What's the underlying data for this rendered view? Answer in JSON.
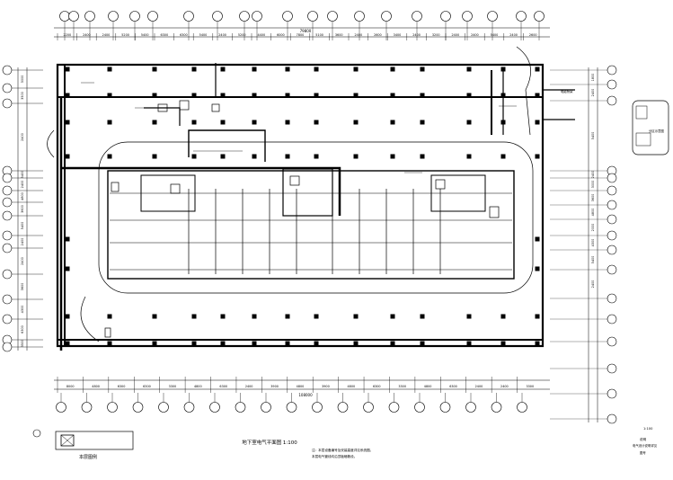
{
  "drawing": {
    "main_title": "地下室电气平面图 1:100",
    "legend_title": "本层图例",
    "dim_total_top": "79800",
    "dim_total_bottom": "108000",
    "top_dims": [
      "2200",
      "2400",
      "2400",
      "5200",
      "5400",
      "6300",
      "6300",
      "5400",
      "2400",
      "5200",
      "4400",
      "6000",
      "7800",
      "5100",
      "3600",
      "2400",
      "2600",
      "3400",
      "2400",
      "3200",
      "2400",
      "2400",
      "5400",
      "2400",
      "2600"
    ],
    "bottom_dims": [
      "8000",
      "4800",
      "6300",
      "6300",
      "3300",
      "4800",
      "6300",
      "2400",
      "3900",
      "4800",
      "3900",
      "4800",
      "6300",
      "3300",
      "4800",
      "6300",
      "2400",
      "2400",
      "3300"
    ],
    "left_dims": [
      "3000",
      "3500",
      "2400",
      "5400",
      "2400",
      "4800",
      "3600",
      "5400",
      "2400",
      "2400",
      "3600",
      "4300",
      "6300",
      "3500"
    ],
    "right_dims": [
      "1800",
      "2400",
      "5400",
      "2400",
      "3000",
      "3600",
      "4800",
      "2000",
      "4300",
      "5400",
      "2400"
    ],
    "notes": [
      "注：本层设备编号及安装高度详见系统图。",
      "本层电气管线均沿顶板暗敷设。"
    ],
    "side_label": "电缆桥架",
    "keyplan_label": "分区示意图",
    "right_labels": [
      "1:100",
      "说明",
      "电气设计说明详见",
      "图号"
    ]
  }
}
